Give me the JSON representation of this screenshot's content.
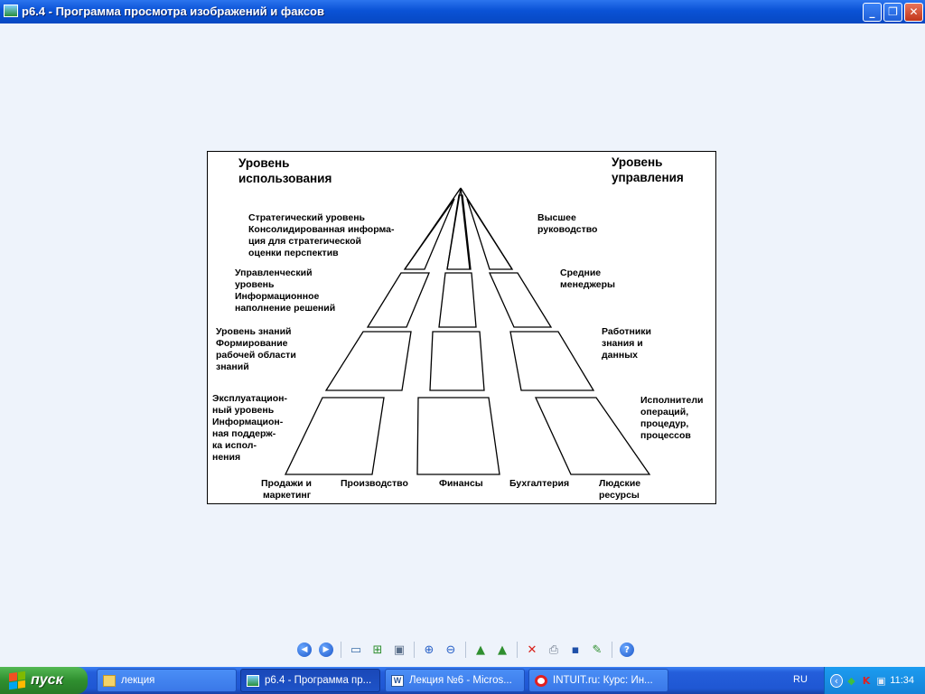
{
  "window": {
    "title": "р6.4 - Программа просмотра изображений и факсов",
    "minimize": "_",
    "maximize": "❐",
    "close": "✕"
  },
  "diagram": {
    "left_heading": [
      "Уровень",
      "использования"
    ],
    "right_heading": [
      "Уровень",
      "управления"
    ],
    "levels_left": [
      [
        "Стратегический уровень",
        "Консолидированная информа-",
        "ция для стратегической",
        "оценки перспектив"
      ],
      [
        "Управленческий",
        "уровень",
        "Информационное",
        "наполнение решений"
      ],
      [
        "Уровень знаний",
        "Формирование",
        "рабочей области",
        "знаний"
      ],
      [
        "Эксплуатацион-",
        "ный уровень",
        "Информацион-",
        "ная поддерж-",
        "ка испол-",
        "нения"
      ]
    ],
    "levels_right": [
      [
        "Высшее",
        "руководство"
      ],
      [
        "Средние",
        "менеджеры"
      ],
      [
        "Работники",
        "знания и",
        "данных"
      ],
      [
        "Исполнители",
        "операций,",
        "процедур,",
        "процессов"
      ]
    ],
    "functions": [
      [
        "Продажи и",
        "маркетинг"
      ],
      [
        "Производство"
      ],
      [
        "Финансы"
      ],
      [
        "Бухгалтерия"
      ],
      [
        "Людские",
        "ресурсы"
      ]
    ]
  },
  "toolbar": {
    "buttons": [
      {
        "name": "prev-image-icon",
        "glyph": "◀"
      },
      {
        "name": "next-image-icon",
        "glyph": "▶"
      },
      {
        "name": "best-fit-icon",
        "glyph": "▭"
      },
      {
        "name": "actual-size-icon",
        "glyph": "⊞"
      },
      {
        "name": "slideshow-icon",
        "glyph": "▣"
      },
      {
        "name": "zoom-in-icon",
        "glyph": "⊕"
      },
      {
        "name": "zoom-out-icon",
        "glyph": "⊖"
      },
      {
        "name": "rotate-clockwise-icon",
        "glyph": "▲"
      },
      {
        "name": "rotate-counterclockwise-icon",
        "glyph": "▲"
      },
      {
        "name": "delete-icon",
        "glyph": "✕"
      },
      {
        "name": "print-icon",
        "glyph": "⎙"
      },
      {
        "name": "save-icon",
        "glyph": "▪"
      },
      {
        "name": "edit-icon",
        "glyph": "✎"
      },
      {
        "name": "help-icon",
        "glyph": "?"
      }
    ]
  },
  "taskbar": {
    "start_label": "пуск",
    "tasks": [
      {
        "label": "лекция",
        "icon": "folder-icon"
      },
      {
        "label": "р6.4 - Программа пр...",
        "icon": "image-viewer-icon"
      },
      {
        "label": "Лекция №6 - Micros...",
        "icon": "word-icon"
      },
      {
        "label": "INTUIT.ru: Курс: Ин...",
        "icon": "opera-icon"
      }
    ],
    "language": "RU",
    "clock": "11:34"
  },
  "colors": {
    "title_bar": "#0a52d6",
    "taskbar": "#245edb",
    "start_button": "#2f8f2f",
    "viewer_background": "#eef3fb"
  }
}
